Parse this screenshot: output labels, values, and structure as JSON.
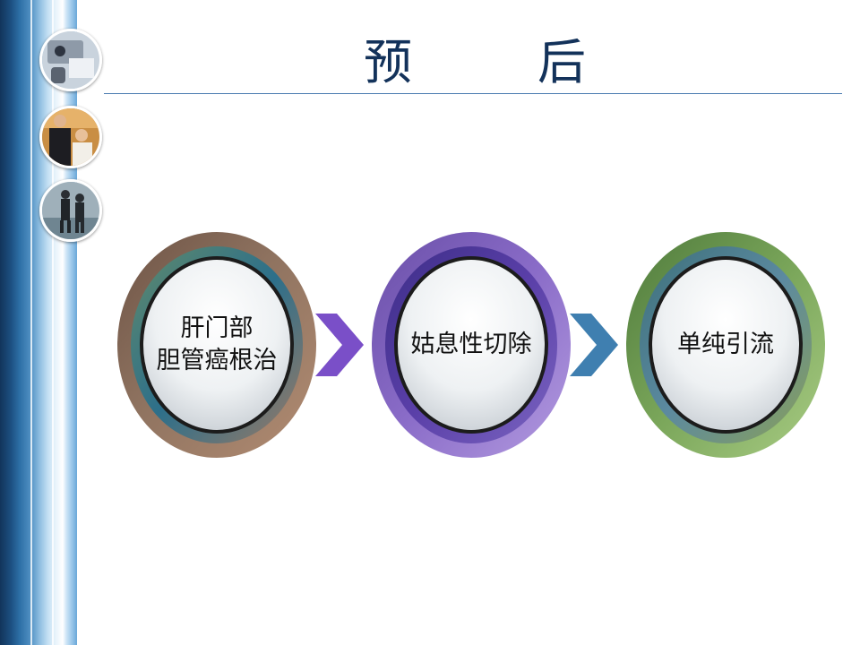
{
  "slide": {
    "title": "预后"
  },
  "flow": {
    "nodes": [
      {
        "lines": [
          "肝门部",
          "胆管癌根治"
        ],
        "ring_color": "#8a6a58"
      },
      {
        "lines": [
          "姑息性切除"
        ],
        "ring_color": "#7c5cb0"
      },
      {
        "lines": [
          "单纯引流"
        ],
        "ring_color": "#5f8c48"
      }
    ],
    "arrows": [
      {
        "color": "#7a4fc8"
      },
      {
        "color": "#3f7fb0"
      }
    ]
  },
  "decor": {
    "photos": [
      "office-phone-icon",
      "business-meeting-icon",
      "walking-people-icon"
    ]
  }
}
